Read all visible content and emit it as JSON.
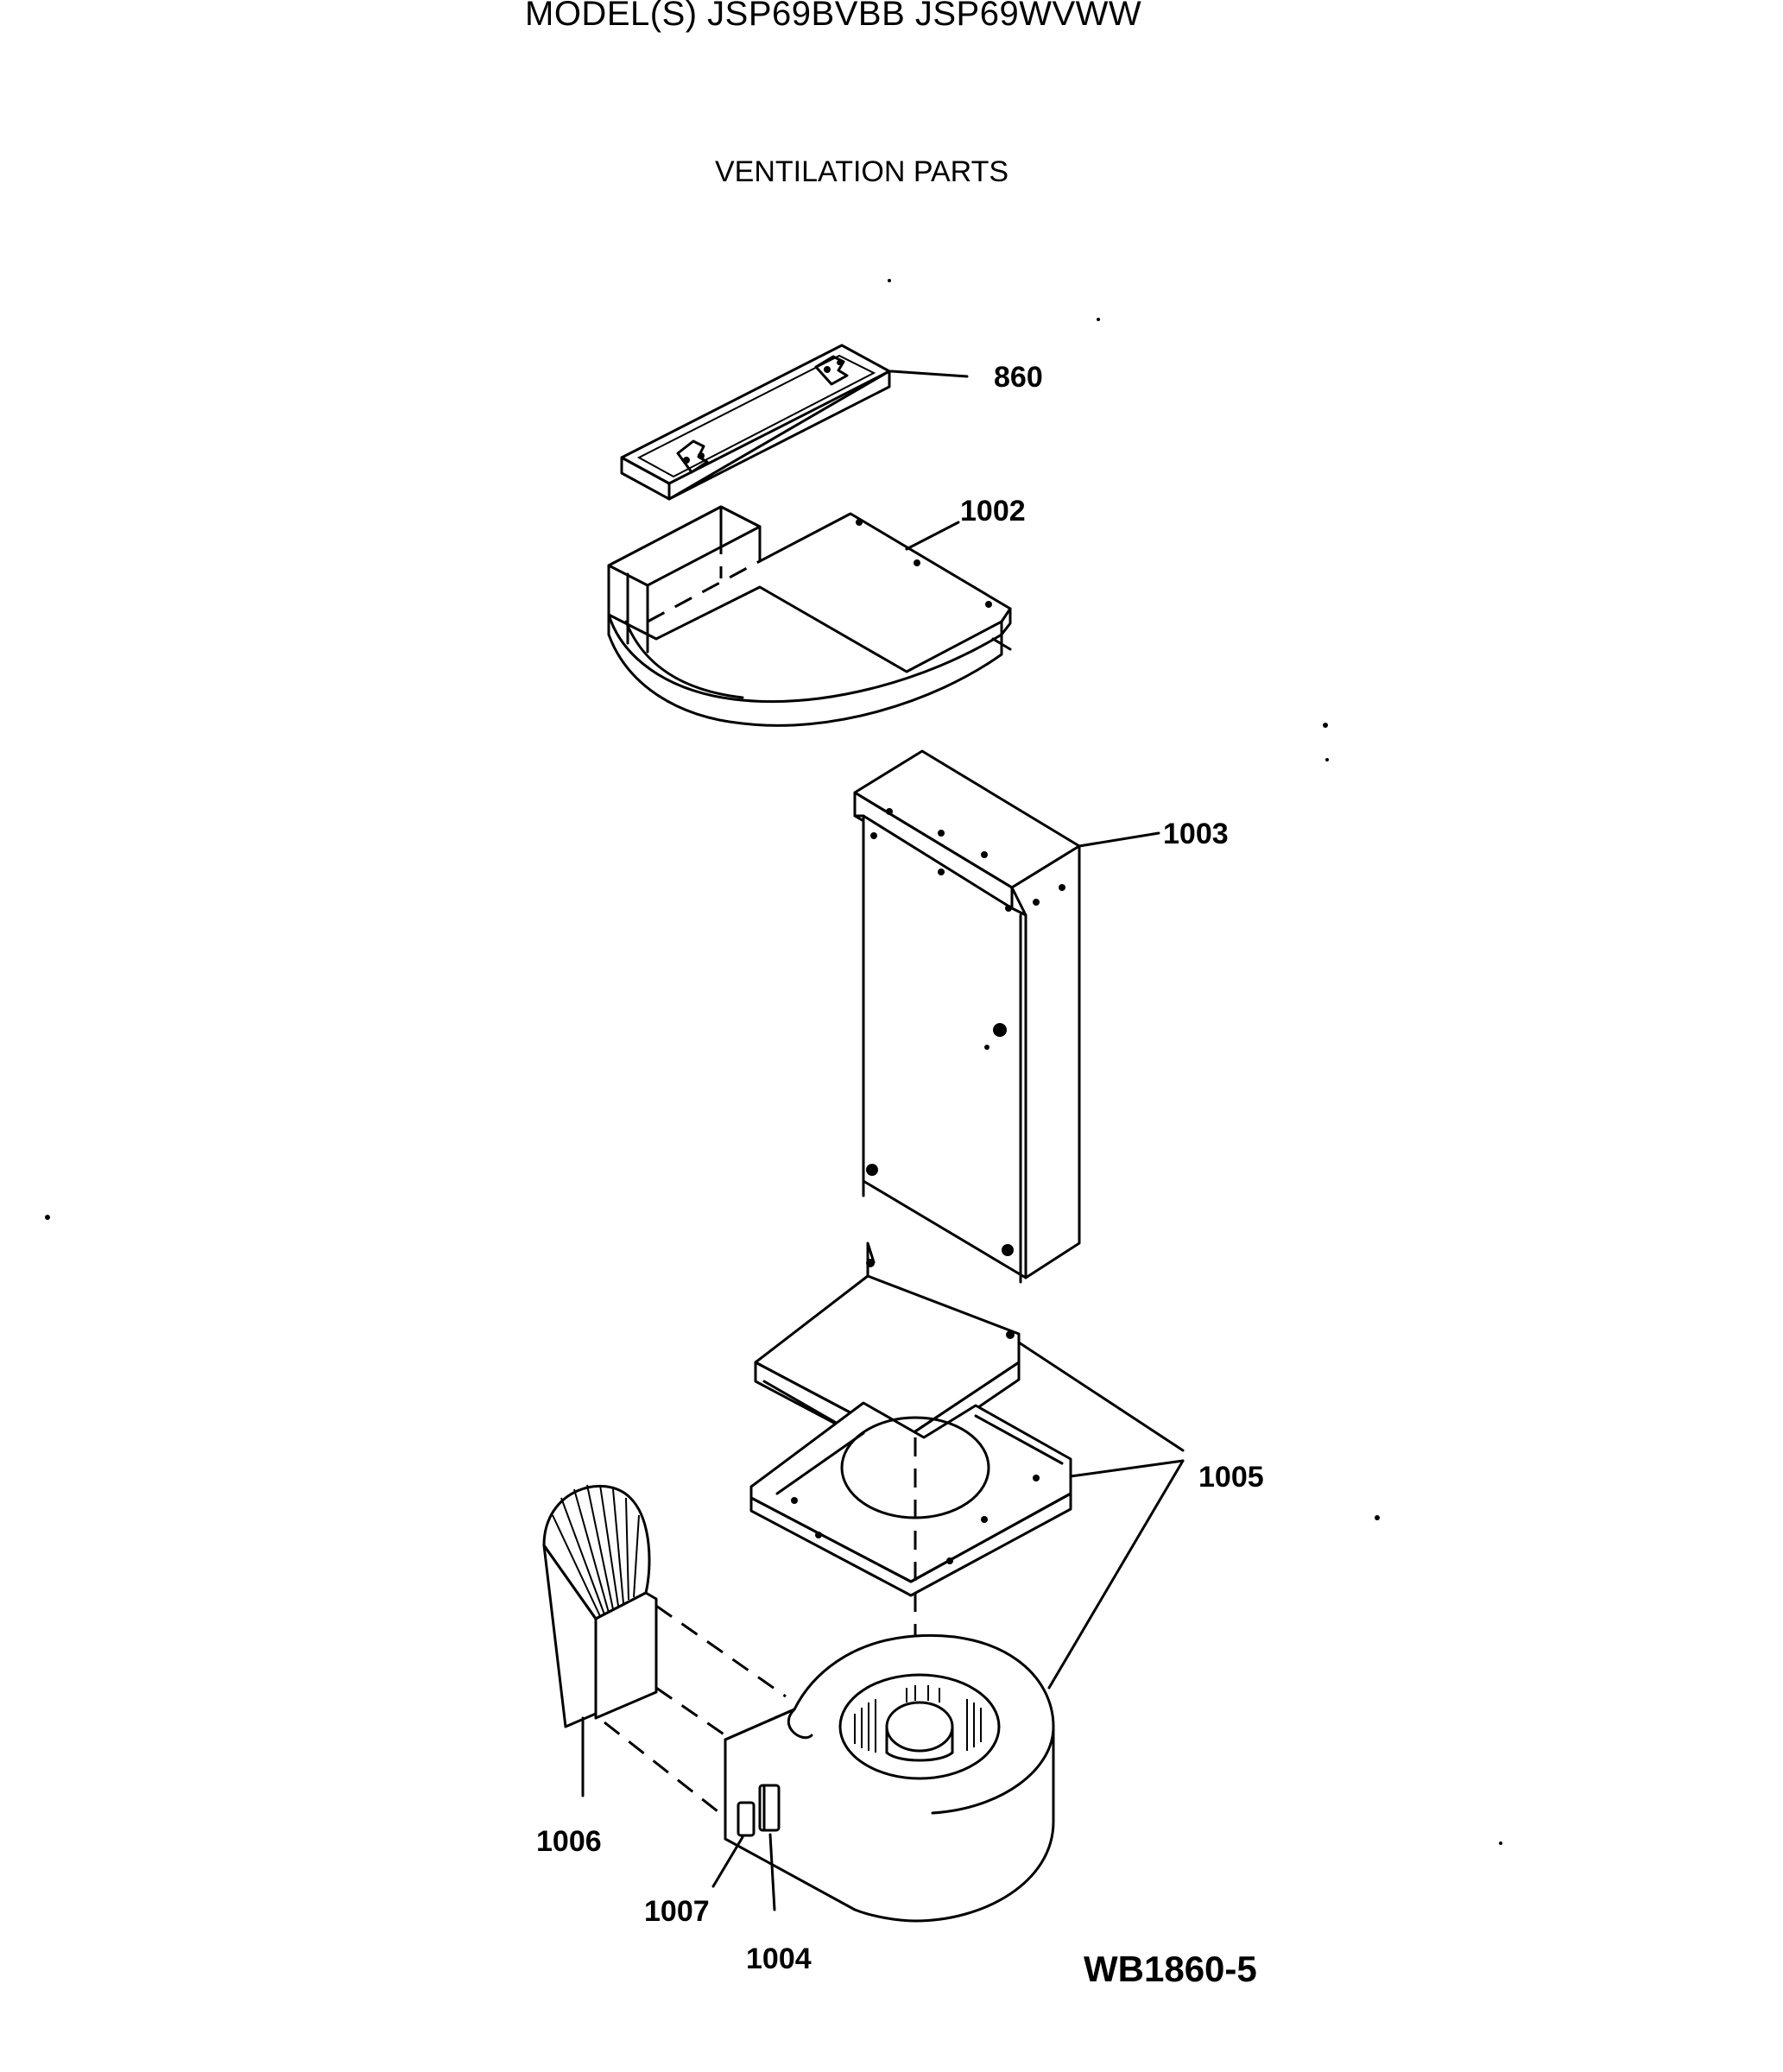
{
  "header": {
    "model_title": "MODEL(S) JSP69BVBB  JSP69WVWW",
    "section_title": "VENTILATION PARTS"
  },
  "parts": [
    {
      "id": "860",
      "label": "860"
    },
    {
      "id": "1002",
      "label": "1002"
    },
    {
      "id": "1003",
      "label": "1003"
    },
    {
      "id": "1005",
      "label": "1005"
    },
    {
      "id": "1006",
      "label": "1006"
    },
    {
      "id": "1007",
      "label": "1007"
    },
    {
      "id": "1004",
      "label": "1004"
    }
  ],
  "diagram_code": "WB1860-5"
}
